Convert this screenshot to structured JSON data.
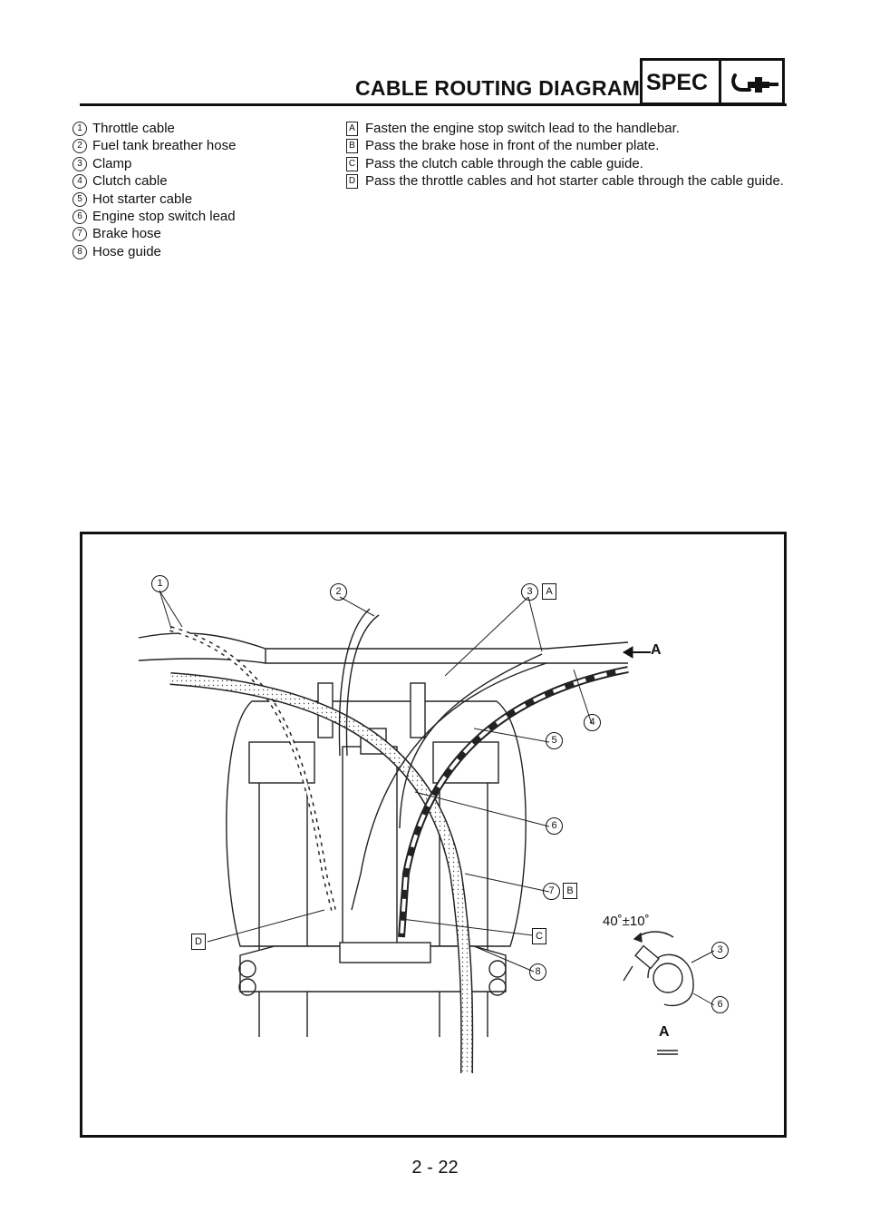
{
  "header": {
    "title": "CABLE ROUTING DIAGRAM",
    "spec_label": "SPEC",
    "icon": "wrench-icon"
  },
  "parts_legend": [
    {
      "num": "1",
      "label": "Throttle cable"
    },
    {
      "num": "2",
      "label": "Fuel tank breather hose"
    },
    {
      "num": "3",
      "label": "Clamp"
    },
    {
      "num": "4",
      "label": "Clutch cable"
    },
    {
      "num": "5",
      "label": "Hot starter cable"
    },
    {
      "num": "6",
      "label": "Engine stop switch lead"
    },
    {
      "num": "7",
      "label": "Brake hose"
    },
    {
      "num": "8",
      "label": "Hose guide"
    }
  ],
  "instructions": [
    {
      "letter": "A",
      "text": "Fasten the engine stop switch lead to the handlebar."
    },
    {
      "letter": "B",
      "text": "Pass the brake hose in front of the number plate."
    },
    {
      "letter": "C",
      "text": "Pass the clutch cable through the cable guide."
    },
    {
      "letter": "D",
      "text": "Pass the throttle cables and hot starter cable through the cable guide."
    }
  ],
  "diagram": {
    "callouts": {
      "n1": "1",
      "n2": "2",
      "n3": "3",
      "n4": "4",
      "n5": "5",
      "n6": "6",
      "n7": "7",
      "n8": "8",
      "n3b": "3",
      "n6b": "6",
      "bA": "A",
      "bB": "B",
      "bC": "C",
      "bD": "D"
    },
    "view_arrow_label": "A",
    "detail_view_label": "A",
    "angle_spec": "40˚±10˚"
  },
  "page_number": "2 - 22"
}
